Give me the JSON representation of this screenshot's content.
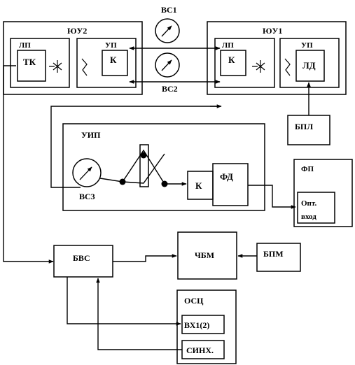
{
  "labels": {
    "bs1": "ВС1",
    "bs2": "ВС2",
    "bs3": "ВС3",
    "you2": "ЮУ2",
    "you1": "ЮУ1",
    "ln_left": "ЛП",
    "up_left": "УП",
    "tk": "ТК",
    "k_left": "К",
    "ln_right": "ЛП",
    "up_right": "УП",
    "k_right": "К",
    "ld": "ЛД",
    "bpl": "БПЛ",
    "uip": "УИП",
    "k_uip": "К",
    "fd": "ФД",
    "fp": "ФП",
    "opt_1": "Опт.",
    "opt_2": "вход",
    "bvs": "БВС",
    "chbm": "ЧБМ",
    "bpm": "БПМ",
    "osc": "ОСЦ",
    "vx": "ВХ1(2)",
    "sinh": "СИНХ."
  }
}
